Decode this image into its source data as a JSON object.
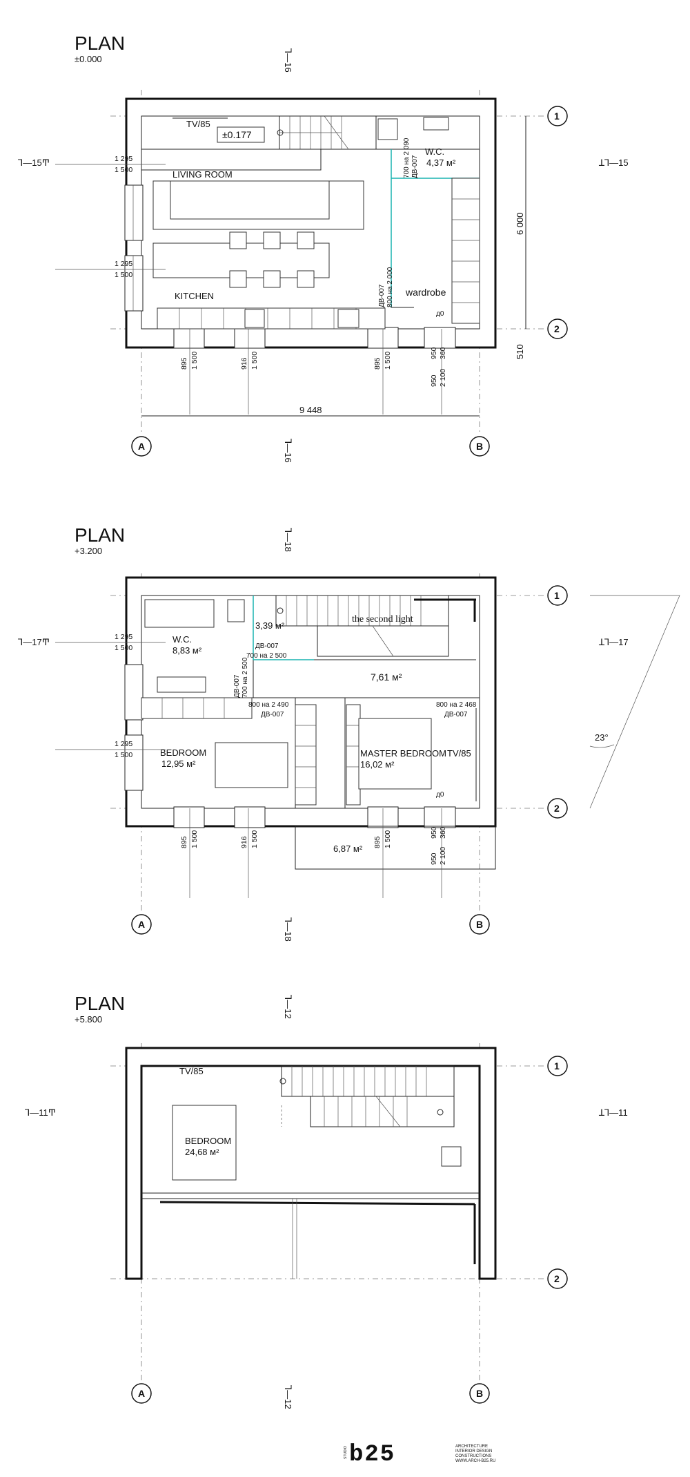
{
  "plans": [
    {
      "title": "PLAN",
      "level": "±0.000",
      "section_left": "ꓶ—15Ͳ",
      "section_right": "ꓕꓶ—15",
      "section_top": "ꓶ—16",
      "section_bottom": "ꓶ—16",
      "rooms": {
        "living": "LIVING ROOM",
        "kitchen": "KITCHEN",
        "wc": "W.C.",
        "wc_area": "4,37 м²",
        "wardrobe": "wardrobe",
        "tv": "TV/85",
        "mark": "±0.177",
        "d0": "д0"
      },
      "doors": {
        "d1": "700 на 2 090",
        "d1_code": "ДВ-007",
        "d2_code": "ДВ-007",
        "d2": "800 на 2 000"
      },
      "side_dims": {
        "a": "1 295",
        "b": "1 500",
        "c": "1 295",
        "d": "1 500"
      },
      "bottom_dims": [
        "895",
        "1 500",
        "916",
        "1 500",
        "895",
        "1 500",
        "950",
        "2 100",
        "950",
        "360"
      ],
      "overall_width": "9 448",
      "overall_height": "6 000",
      "offset": "510",
      "axes": {
        "r1": "1",
        "r2": "2",
        "cA": "A",
        "cB": "B"
      }
    },
    {
      "title": "PLAN",
      "level": "+3.200",
      "section_left": "ꓶ—17Ͳ",
      "section_right": "ꓕꓶ—17",
      "section_top": "ꓶ—18",
      "section_bottom": "ꓶ—18",
      "rooms": {
        "wc": "W.C.",
        "wc_area": "8,83 м²",
        "hall_area": "3,39 м²",
        "second_light": "the second light",
        "stair_area": "7,61 м²",
        "bedroom": "BEDROOM",
        "bedroom_area": "12,95 м²",
        "master": "MASTER BEDROOM",
        "master_area": "16,02 м²",
        "tv": "TV/85",
        "balcony_area": "6,87 м²",
        "d0": "д0",
        "angle": "23°"
      },
      "doors": {
        "a_code": "ДВ-007",
        "a_size": "700 на 2 500",
        "b_code": "ДВ-007",
        "b_size": "700 на 2 500",
        "c_size": "800 на 2 490",
        "c_code": "ДВ-007",
        "d_size": "800 на 2 468",
        "d_code": "ДВ-007"
      },
      "side_dims": {
        "a": "1 295",
        "b": "1 500",
        "c": "1 295",
        "d": "1 500"
      },
      "bottom_dims": [
        "895",
        "1 500",
        "916",
        "1 500",
        "895",
        "1 500",
        "950",
        "2 100",
        "950",
        "360"
      ],
      "axes": {
        "r1": "1",
        "r2": "2",
        "cA": "A",
        "cB": "B"
      }
    },
    {
      "title": "PLAN",
      "level": "+5.800",
      "section_left": "ꓶ—11Ͳ",
      "section_right": "ꓕꓶ—11",
      "section_top": "ꓶ—12",
      "section_bottom": "ꓶ—12",
      "rooms": {
        "tv": "TV/85",
        "bedroom": "BEDROOM",
        "bedroom_area": "24,68 м²"
      },
      "axes": {
        "r1": "1",
        "r2": "2",
        "cA": "A",
        "cB": "B"
      }
    }
  ],
  "footer": {
    "logo": "b25",
    "tag1": "ARCHITECTURE",
    "tag2": "INTERIOR DESIGN",
    "tag3": "CONSTRUCTIONS",
    "site": "WWW.ARCH-B25.RU",
    "vertical": "STUDIO"
  }
}
